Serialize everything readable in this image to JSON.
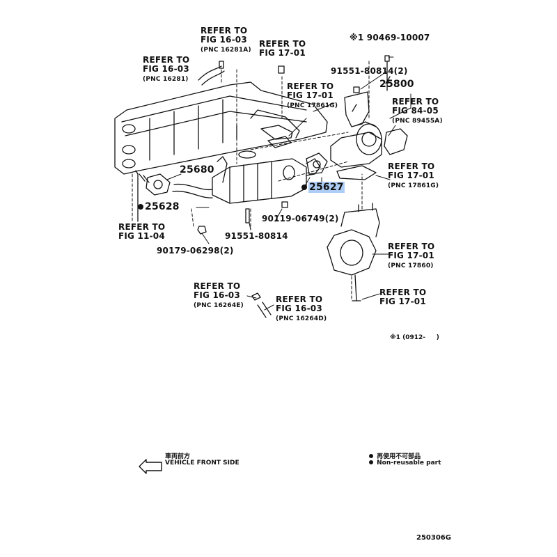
{
  "labels": {
    "r1": {
      "line1": "REFER TO",
      "line2": "FIG 16-03",
      "pnc": "(PNC 16281A)"
    },
    "r2": {
      "line1": "REFER TO",
      "line2": "FIG 17-01"
    },
    "r3": {
      "line1": "REFER TO",
      "line2": "FIG 16-03",
      "pnc": "(PNC 16281)"
    },
    "r4": {
      "line1": "REFER TO",
      "line2": "FIG 17-01",
      "pnc": "(PNC 17861G)"
    },
    "r5": {
      "line1": "REFER TO",
      "line2": "FIG 84-05",
      "pnc": "(PNC 89455A)"
    },
    "r6": {
      "line1": "REFER TO",
      "line2": "FIG 17-01",
      "pnc": "(PNC 17861G)"
    },
    "r7": {
      "line1": "REFER TO",
      "line2": "FIG 11-04"
    },
    "r8": {
      "line1": "REFER TO",
      "line2": "FIG 17-01",
      "pnc": "(PNC 17860)"
    },
    "r9": {
      "line1": "REFER TO",
      "line2": "FIG 17-01"
    },
    "r10": {
      "line1": "REFER TO",
      "line2": "FIG 16-03",
      "pnc": "(PNC 16264E)"
    },
    "r11": {
      "line1": "REFER TO",
      "line2": "FIG 16-03",
      "pnc": "(PNC 16264D)"
    }
  },
  "parts": {
    "p90469": "※1 90469-10007",
    "p91551a": "91551-80814(2)",
    "p25800": "25800",
    "p25680": "25680",
    "p25627": "25627",
    "p25628": "25628",
    "p90119": "90119-06749(2)",
    "p91551b": "91551-80814",
    "p90179": "90179-06298(2)"
  },
  "note_range": "※1 (0912-     )",
  "legend": {
    "direction_jp": "車両前方",
    "direction_en": "VEHICLE FRONT SIDE",
    "nonreuse_jp": "再使用不可部品",
    "nonreuse_en": "Non-reusable part"
  },
  "figure_code": "250306G",
  "highlight_color": "#aecdf5"
}
